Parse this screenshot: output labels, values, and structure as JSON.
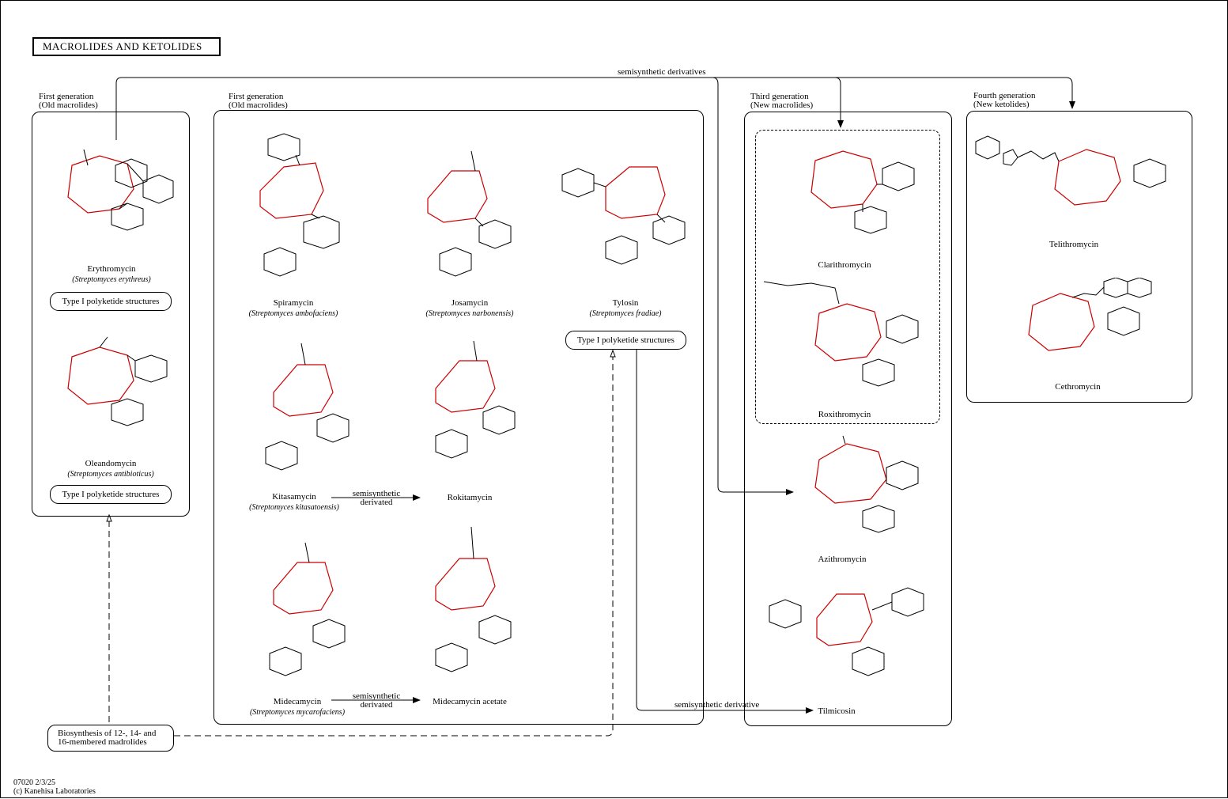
{
  "title": "MACROLIDES AND KETOLIDES",
  "groups": {
    "first_a": {
      "line1": "First generation",
      "line2": "(Old macrolides)"
    },
    "first_b": {
      "line1": "First generation",
      "line2": "(Old macrolides)"
    },
    "third": {
      "line1": "Third generation",
      "line2": "(New macrolides)"
    },
    "fourth": {
      "line1": "Fourth generation",
      "line2": "(New ketolides)"
    }
  },
  "compounds": {
    "erythromycin": {
      "name": "Erythromycin",
      "organism": "(Streptomyces erythreus)"
    },
    "oleandomycin": {
      "name": "Oleandomycin",
      "organism": "(Streptomyces antibioticus)"
    },
    "spiramycin": {
      "name": "Spiramycin",
      "organism": "(Streptomyces ambofaciens)"
    },
    "josamycin": {
      "name": "Josamycin",
      "organism": "(Streptomyces narbonensis)"
    },
    "tylosin": {
      "name": "Tylosin",
      "organism": "(Streptomyces fradiae)"
    },
    "kitasamycin": {
      "name": "Kitasamycin",
      "organism": "(Streptomyces kitasatoensis)"
    },
    "rokitamycin": {
      "name": "Rokitamycin"
    },
    "midecamycin": {
      "name": "Midecamycin",
      "organism": "(Streptomyces mycarofaciens)"
    },
    "midecamycin_acetate": {
      "name": "Midecamycin acetate"
    },
    "clarithromycin": {
      "name": "Clarithromycin"
    },
    "roxithromycin": {
      "name": "Roxithromycin"
    },
    "azithromycin": {
      "name": "Azithromycin"
    },
    "tilmicosin": {
      "name": "Tilmicosin"
    },
    "telithromycin": {
      "name": "Telithromycin"
    },
    "cethromycin": {
      "name": "Cethromycin"
    }
  },
  "links": {
    "type1_erythromycin": "Type I polyketide structures",
    "type1_oleandomycin": "Type I polyketide structures",
    "type1_tylosin": "Type I polyketide structures",
    "biosynthesis_line1": "Biosynthesis of 12-, 14- and",
    "biosynthesis_line2": "16-membered madrolides"
  },
  "arrows": {
    "semisynthetic_derivatives": "semisynthetic derivatives",
    "kitasamycin_to_rokitamycin_1": "semisynthetic",
    "kitasamycin_to_rokitamycin_2": "derivated",
    "midecamycin_to_acetate_1": "semisynthetic",
    "midecamycin_to_acetate_2": "derivated",
    "tylosin_to_tilmicosin": "semisynthetic derivative"
  },
  "footer": {
    "map_id": "07020 2/3/25",
    "copyright": "(c) Kanehisa Laboratories"
  },
  "colors": {
    "ring": "#cc0000",
    "line": "#000000"
  }
}
